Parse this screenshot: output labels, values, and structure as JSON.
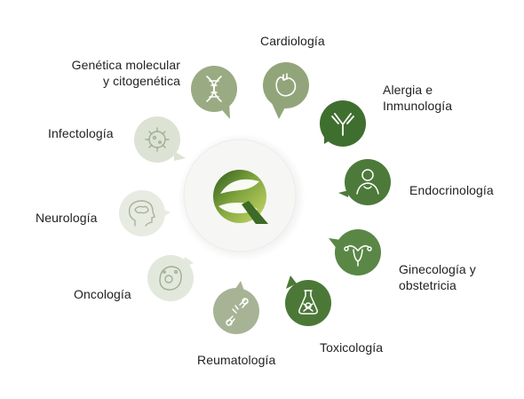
{
  "center": {
    "logo_icon": "q-logo-icon"
  },
  "specialties": [
    {
      "key": "cardiologia",
      "label": "Cardiología",
      "icon": "heart-icon",
      "color": "#92a57a"
    },
    {
      "key": "alergia",
      "label": "Alergia e\nInmunología",
      "icon": "antibody-icon",
      "color": "#3f6f2f"
    },
    {
      "key": "endocrinologia",
      "label": "Endocrinología",
      "icon": "person-thyroid-icon",
      "color": "#4d7a3a"
    },
    {
      "key": "ginecologia",
      "label": "Ginecología y\nobstetricia",
      "icon": "uterus-icon",
      "color": "#5b8746"
    },
    {
      "key": "toxicologia",
      "label": "Toxicología",
      "icon": "flask-skull-icon",
      "color": "#4c7837"
    },
    {
      "key": "reumatologia",
      "label": "Reumatología",
      "icon": "joint-bone-icon",
      "color": "#a6b495"
    },
    {
      "key": "oncologia",
      "label": "Oncología",
      "icon": "cell-icon",
      "color": "#e3e8dc"
    },
    {
      "key": "neurologia",
      "label": "Neurología",
      "icon": "brain-head-icon",
      "color": "#e8ebe2"
    },
    {
      "key": "infectologia",
      "label": "Infectología",
      "icon": "virus-icon",
      "color": "#dde3d4"
    },
    {
      "key": "genetica",
      "label": "Genética molecular\ny citogenética",
      "icon": "dna-icon",
      "color": "#9aab83"
    }
  ]
}
